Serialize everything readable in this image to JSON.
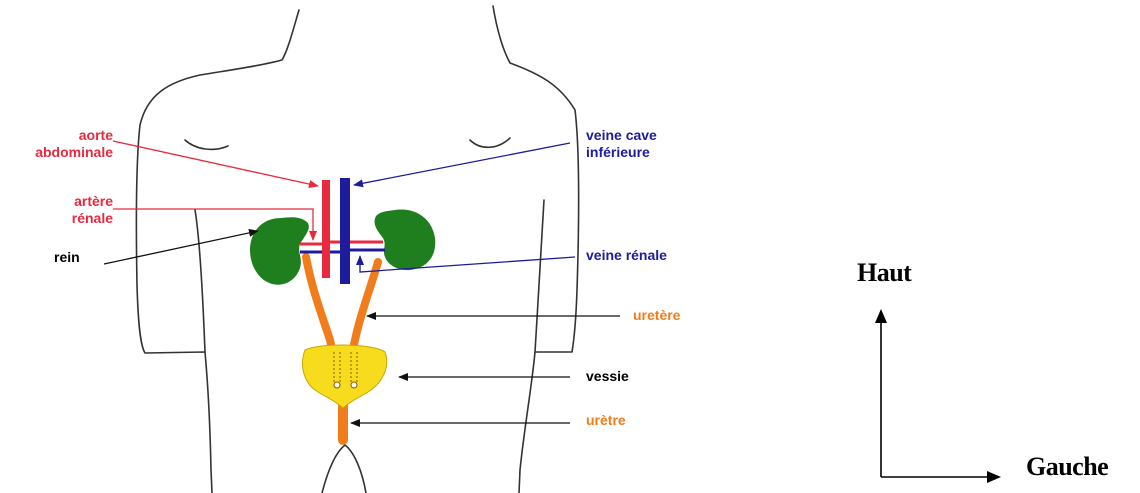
{
  "colors": {
    "artery": "#e8293f",
    "vein": "#1c1c9c",
    "kidney": "#1f7f1f",
    "ureter": "#f07c1c",
    "bladder": "#f7dc1e",
    "outline": "#333333",
    "label_black": "#000000"
  },
  "labels": {
    "aorte": "aorte\nabdominale",
    "veine_cave": "veine cave\ninférieure",
    "artere_renale": "artère\nrénale",
    "rein": "rein",
    "veine_renale": "veine rénale",
    "uretere": "uretère",
    "vessie": "vessie",
    "uretre": "urètre"
  },
  "orientation": {
    "up": "Haut",
    "left": "Gauche"
  }
}
